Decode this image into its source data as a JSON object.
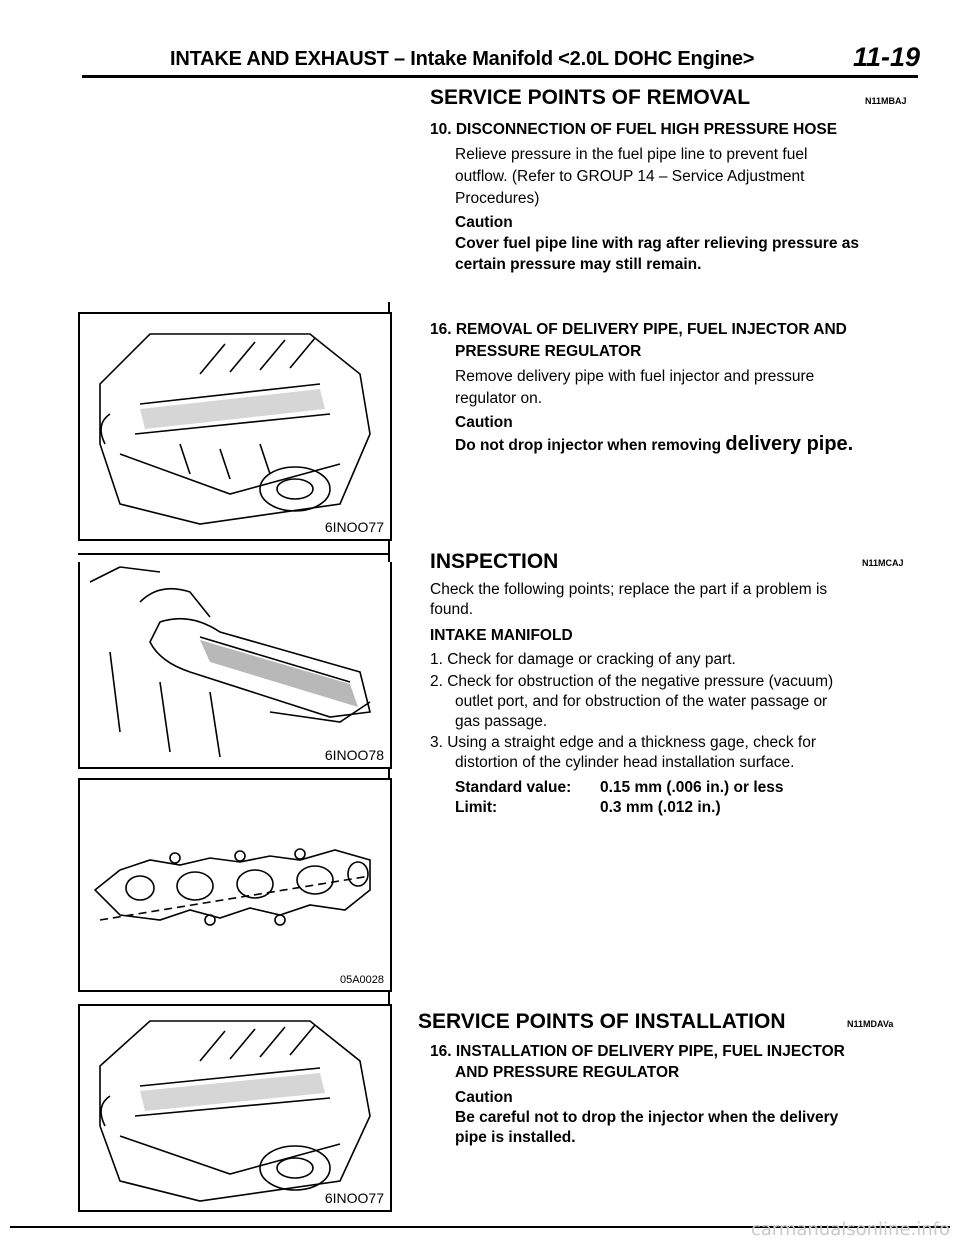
{
  "header": {
    "title": "INTAKE AND EXHAUST – Intake Manifold <2.0L DOHC Engine>",
    "page_number": "11-19"
  },
  "removal": {
    "heading": "SERVICE POINTS OF REMOVAL",
    "code": "N11MBAJ",
    "step10_title": "10. DISCONNECTION OF FUEL HIGH PRESSURE HOSE",
    "step10_body1": "Relieve pressure in the fuel pipe line to prevent fuel",
    "step10_body2": "outflow. (Refer to GROUP 14 – Service Adjustment",
    "step10_body3": "Procedures)",
    "caution_label1": "Caution",
    "caution1_line1": "Cover fuel pipe line with rag after relieving pressure as",
    "caution1_line2": "certain pressure may still remain.",
    "step16_title_line1": "16. REMOVAL OF DELIVERY PIPE, FUEL INJECTOR AND",
    "step16_title_line2": "PRESSURE REGULATOR",
    "step16_body1": "Remove delivery pipe with fuel injector and pressure",
    "step16_body2": "regulator on.",
    "caution_label2": "Caution",
    "caution2_part1": "Do not drop injector when removing",
    "caution2_part2": "delivery pipe."
  },
  "inspection": {
    "heading": "INSPECTION",
    "code": "N11MCAJ",
    "intro1": "Check the following points; replace the part if a problem is",
    "intro2": "found.",
    "subheading": "INTAKE MANIFOLD",
    "item1": "1. Check for damage or cracking of any part.",
    "item2_line1": "2. Check for obstruction of the negative pressure (vacuum)",
    "item2_line2": "outlet port, and for obstruction of the water passage or",
    "item2_line3": "gas passage.",
    "item3_line1": "3. Using a straight edge and a thickness gage, check for",
    "item3_line2": "distortion of the cylinder head installation surface.",
    "standard_label": "Standard value:",
    "standard_value": "0.15 mm (.006 in.) or less",
    "limit_label": "Limit:",
    "limit_value": "0.3 mm (.012 in.)"
  },
  "installation": {
    "heading": "SERVICE POINTS OF INSTALLATION",
    "code": "N11MDAVa",
    "step16_line1": "16. INSTALLATION OF DELIVERY PIPE, FUEL INJECTOR",
    "step16_line2": "AND PRESSURE REGULATOR",
    "caution_label": "Caution",
    "caution_line1": "Be careful not to drop the injector when the delivery",
    "caution_line2": "pipe is installed."
  },
  "figures": {
    "fig1_caption": "6INOO77",
    "fig2_caption": "6INOO78",
    "fig3_caption": "05A0028",
    "fig4_caption": "6INOO77"
  },
  "watermark": "carmanualsonline.info"
}
